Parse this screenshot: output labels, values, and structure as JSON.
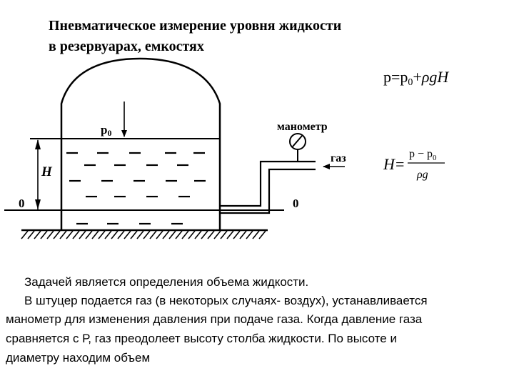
{
  "title": {
    "line1": "Пневматическое измерение уровня жидкости",
    "line2": "в резервуарах, емкостях"
  },
  "diagram": {
    "label_p0": "p",
    "label_p0_sub": "0",
    "label_H": "H",
    "label_zero_left": "0",
    "label_zero_right": "0",
    "label_manometer": "манометр",
    "label_gas": "газ"
  },
  "formulas": {
    "pressure": {
      "p": "p",
      "eq": "=",
      "p0": "p",
      "p0_sub": "0",
      "plus": "+",
      "rho_g": "ρg",
      "H": "H"
    },
    "height": {
      "H": "H",
      "eq": "=",
      "numerator": "p − p",
      "numerator_sub": "0",
      "denominator": "ρg"
    }
  },
  "text": {
    "line1": "Задачей является определения объема жидкости.",
    "line2": "В штуцер подается газ (в некоторых случаях- воздух), устанавливается",
    "line3": "манометр для изменения давления при подаче газа. Когда давление газа",
    "line4": "сравняется с  Р, газ преодолеет высоту столба жидкости. По высоте и",
    "line5": "диаметру находим объем"
  }
}
